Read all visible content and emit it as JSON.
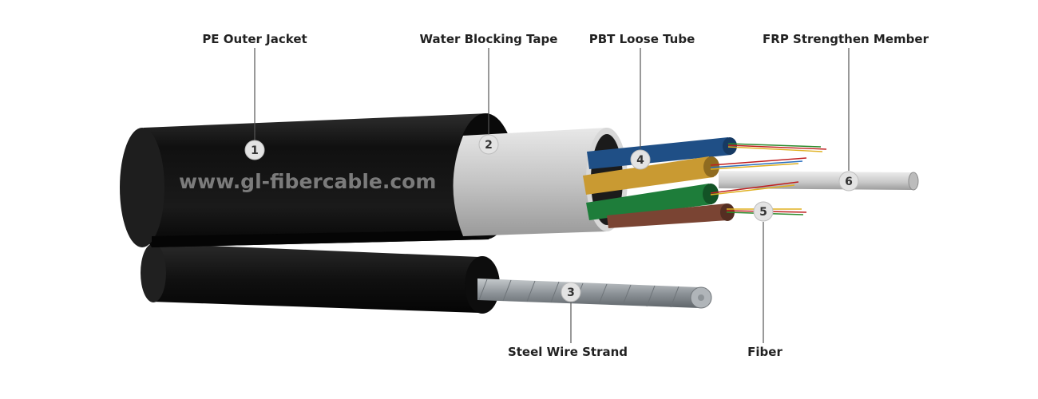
{
  "watermark": "www.gl-fibercable.com",
  "components": [
    {
      "number": "1",
      "label": "PE Outer Jacket"
    },
    {
      "number": "2",
      "label": "Water Blocking Tape"
    },
    {
      "number": "3",
      "label": "Steel Wire Strand"
    },
    {
      "number": "4",
      "label": "PBT Loose Tube"
    },
    {
      "number": "5",
      "label": "Fiber"
    },
    {
      "number": "6",
      "label": "FRP Strengthen Member"
    }
  ],
  "colors": {
    "jacket": "#151515",
    "tape": "#c9c9c9",
    "tube_blue": "#1f4f86",
    "tube_yellow": "#c99a32",
    "tube_green": "#1e7d3a",
    "tube_brown": "#7a4433",
    "frp": "#cfcfcf",
    "steel": "#9aa0a6",
    "badge": "#e3e3e3"
  }
}
